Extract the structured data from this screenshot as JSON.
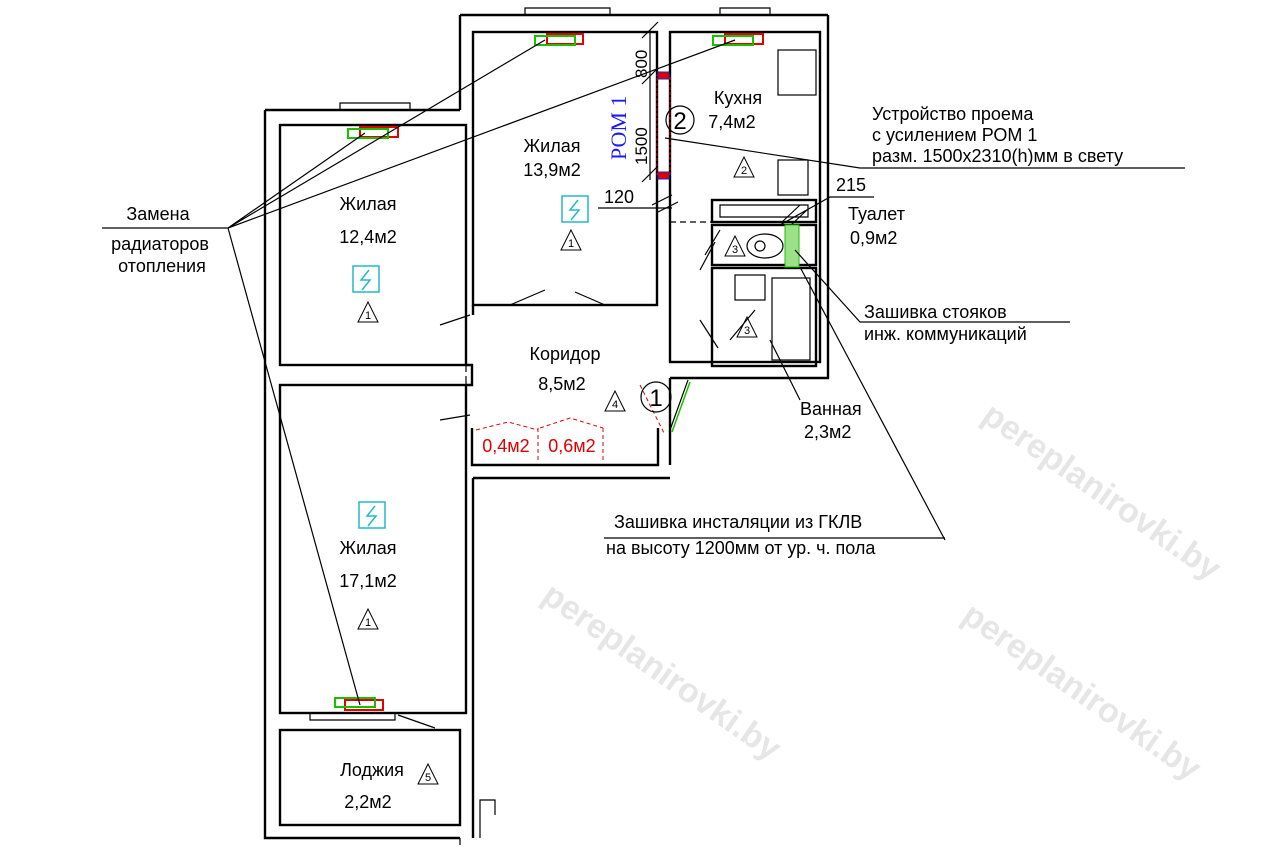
{
  "rooms": {
    "living1": {
      "name": "Жилая",
      "area": "13,9м2",
      "tag": "1"
    },
    "living2": {
      "name": "Жилая",
      "area": "12,4м2",
      "tag": "1"
    },
    "living3": {
      "name": "Жилая",
      "area": "17,1м2",
      "tag": "1"
    },
    "kitchen": {
      "name": "Кухня",
      "area": "7,4м2",
      "tag": "2",
      "circle": "2"
    },
    "toilet": {
      "name": "Туалет",
      "area": "0,9м2",
      "tag": "3"
    },
    "bath": {
      "name": "Ванная",
      "area": "2,3м2",
      "tag": "3"
    },
    "corridor": {
      "name": "Коридор",
      "area": "8,5м2",
      "tag": "4",
      "circle": "1"
    },
    "loggia": {
      "name": "Лоджия",
      "area": "2,2м2",
      "tag": "5"
    },
    "closet1": {
      "area": "0,4м2"
    },
    "closet2": {
      "area": "0,6м2"
    }
  },
  "dimensions": {
    "d800": "800",
    "d1500": "1500",
    "d120": "120",
    "d215": "215",
    "rom": "РОМ 1"
  },
  "notes": {
    "radiators": [
      "Замена",
      "радиаторов",
      "отопления"
    ],
    "opening": [
      "Устройство проема",
      "с усилением РОМ 1",
      "разм. 1500x2310(h)мм в свету"
    ],
    "risers": [
      "Зашивка стояков",
      "инж. коммуникаций"
    ],
    "gklv": [
      "Зашивка инсталяции из ГКЛВ",
      "на высоту 1200мм от ур. ч. пола"
    ]
  },
  "watermark": "pereplanirovki.by",
  "colors": {
    "demolish": "#e00000",
    "new": "#19c000",
    "electric": "#22b8c8",
    "rom": "#1a1aff"
  }
}
